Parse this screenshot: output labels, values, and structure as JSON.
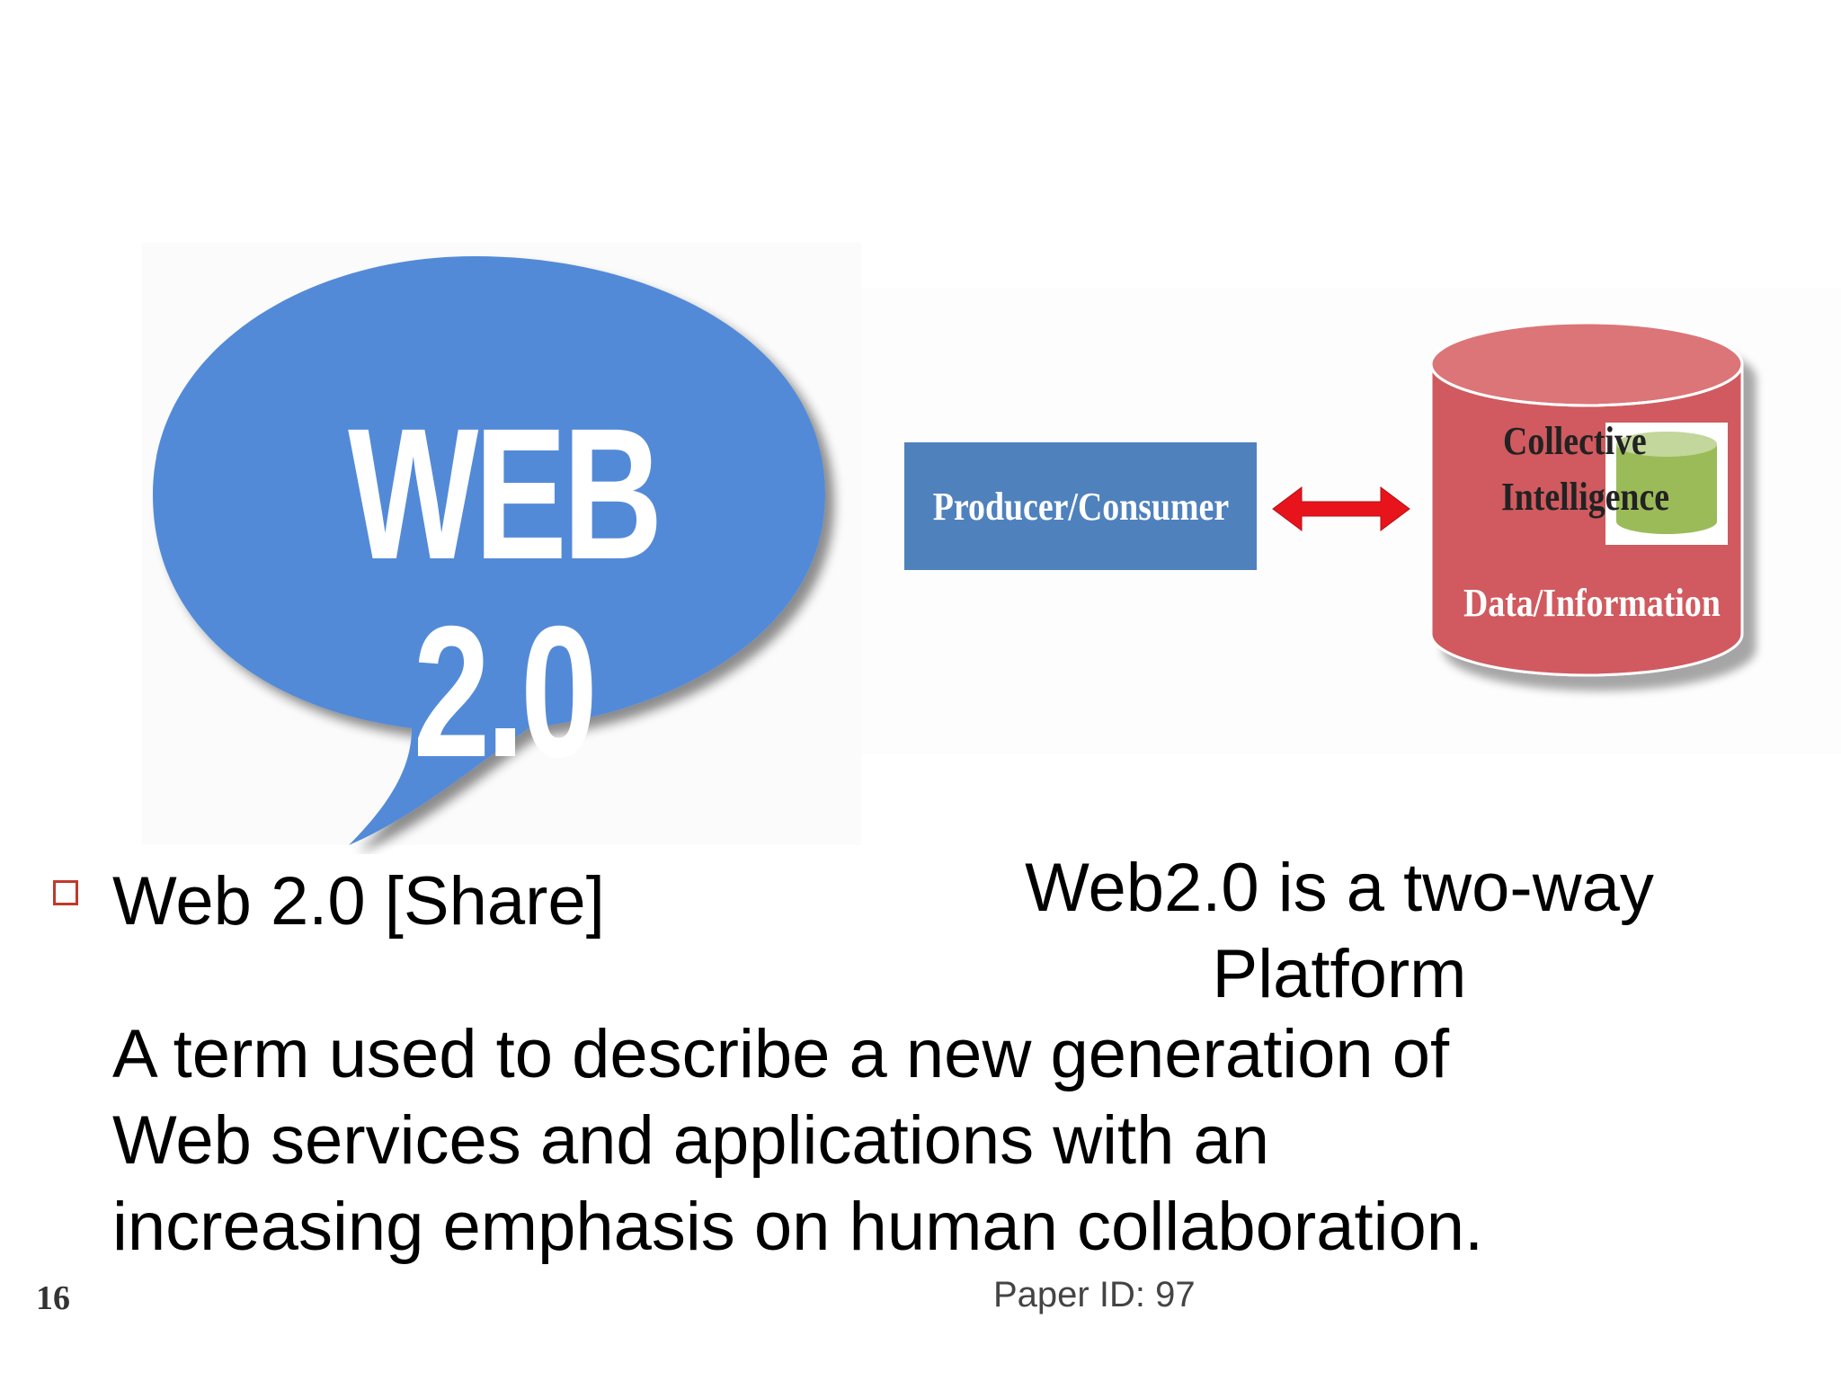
{
  "logo": {
    "text": "WEB 2.0",
    "bubble_color": "#538ad8"
  },
  "diagram": {
    "producer_label": "Producer/Consumer",
    "producer_color": "#4f81bd",
    "arrow_color": "#e8141b",
    "cylinder_color": "#d05a5e",
    "cylinder_label_line1": "Collective",
    "cylinder_label_line2": "Intelligence",
    "cylinder_data_label": "Data/Information",
    "mini_cylinder_color": "#9bbb59"
  },
  "bullet": {
    "text": "Web 2.0 [Share]",
    "marker_color": "#c0392b"
  },
  "side_note": {
    "line1": "Web2.0 is a two-way",
    "line2": "Platform"
  },
  "description": {
    "line1": "A term used to describe a new generation of",
    "line2": "Web services and applications with an",
    "line3": "increasing emphasis on human collaboration."
  },
  "footer": {
    "slide_number": "16",
    "paper_id": "Paper ID: 97"
  }
}
